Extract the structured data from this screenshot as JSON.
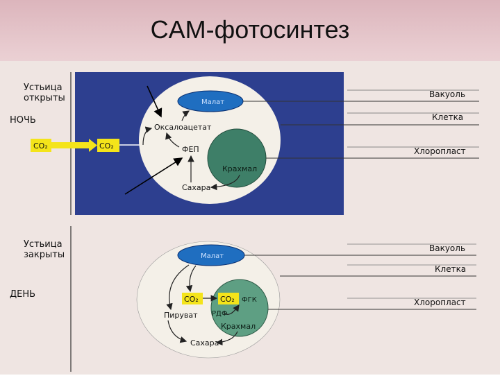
{
  "slide": {
    "title": "CAM-фотосинтез"
  },
  "night": {
    "stomata": [
      "Устьица",
      "открыты"
    ],
    "period": "НОЧЬ",
    "co2_outside": "CO₂",
    "co2_inside": "CO₂",
    "malate": "Малат",
    "oxaloacetate": "Оксалоацетат",
    "pep": "ФЕП",
    "starch": "Крахмал",
    "sugars": "Сахара",
    "labels": {
      "vacuole": "Вакуоль",
      "cell": "Клетка",
      "chloroplast": "Хлоропласт"
    }
  },
  "day": {
    "stomata": [
      "Устьица",
      "закрыты"
    ],
    "period": "ДЕНЬ",
    "malate": "Малат",
    "co2_left": "CO₂",
    "co2_right": "CO₂",
    "pga": "ФГК",
    "rubp": "РДФ",
    "pyruvate": "Пируват",
    "starch": "Крахмал",
    "sugars": "Сахара",
    "labels": {
      "vacuole": "Вакуоль",
      "cell": "Клетка",
      "chloroplast": "Хлоропласт"
    }
  },
  "colors": {
    "night_panel": "#2d3f8f",
    "cell": "#f4f0e8",
    "vacuole": "#1f6ec0",
    "chloroplast_night": "#3e7f68",
    "chloroplast_day": "#5e9f83",
    "co2_box": "#f4e41a"
  }
}
